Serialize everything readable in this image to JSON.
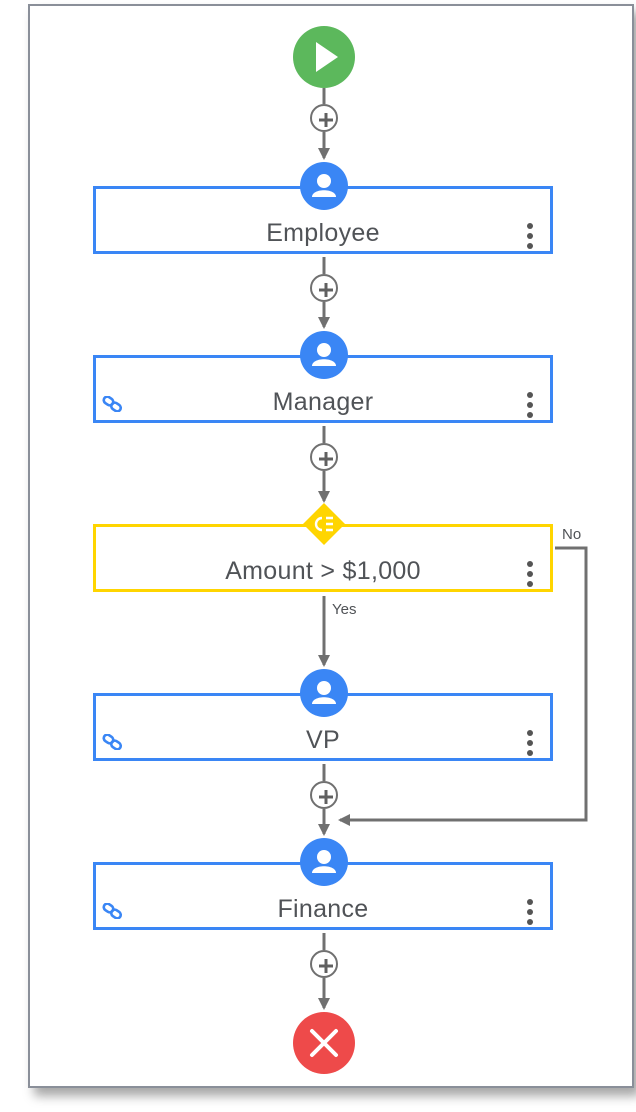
{
  "workflow": {
    "start_node": {
      "icon": "play-icon"
    },
    "steps": [
      {
        "label": "Employee",
        "type": "user",
        "icon": "user-icon",
        "linked": false
      },
      {
        "label": "Manager",
        "type": "user",
        "icon": "user-icon",
        "linked": true
      },
      {
        "label": "Amount > $1,000",
        "type": "condition",
        "icon": "condition-icon"
      },
      {
        "label": "VP",
        "type": "user",
        "icon": "user-icon",
        "linked": true
      },
      {
        "label": "Finance",
        "type": "user",
        "icon": "user-icon",
        "linked": true
      }
    ],
    "branches": {
      "yes_label": "Yes",
      "no_label": "No"
    },
    "end_node": {
      "icon": "close-icon"
    }
  },
  "colors": {
    "user_border": "#3a86f5",
    "condition_border": "#ffd500",
    "start": "#5cb85c",
    "end": "#ee4a4a",
    "connector": "#707070"
  }
}
